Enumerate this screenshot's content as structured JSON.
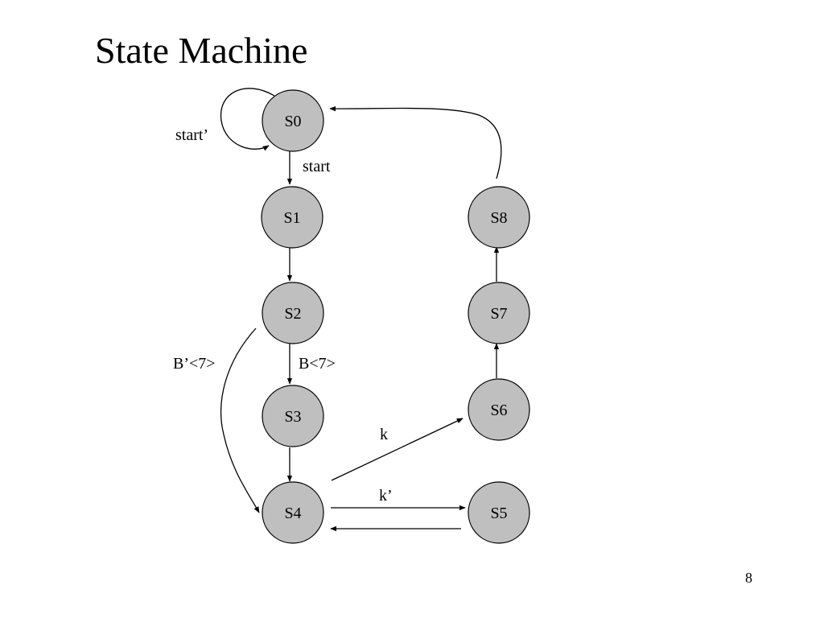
{
  "title": "State Machine",
  "page_number": "8",
  "states": [
    {
      "id": "s0",
      "label": "S0"
    },
    {
      "id": "s1",
      "label": "S1"
    },
    {
      "id": "s2",
      "label": "S2"
    },
    {
      "id": "s3",
      "label": "S3"
    },
    {
      "id": "s4",
      "label": "S4"
    },
    {
      "id": "s5",
      "label": "S5"
    },
    {
      "id": "s6",
      "label": "S6"
    },
    {
      "id": "s7",
      "label": "S7"
    },
    {
      "id": "s8",
      "label": "S8"
    }
  ],
  "transitions": [
    {
      "from": "S0",
      "to": "S0",
      "label": "start’"
    },
    {
      "from": "S0",
      "to": "S1",
      "label": "start"
    },
    {
      "from": "S1",
      "to": "S2",
      "label": ""
    },
    {
      "from": "S2",
      "to": "S3",
      "label": "B<7>"
    },
    {
      "from": "S2",
      "to": "S4",
      "label": "B’<7>"
    },
    {
      "from": "S3",
      "to": "S4",
      "label": ""
    },
    {
      "from": "S4",
      "to": "S6",
      "label": "k"
    },
    {
      "from": "S4",
      "to": "S5",
      "label": "k’"
    },
    {
      "from": "S5",
      "to": "S4",
      "label": ""
    },
    {
      "from": "S6",
      "to": "S7",
      "label": ""
    },
    {
      "from": "S7",
      "to": "S8",
      "label": ""
    },
    {
      "from": "S8",
      "to": "S0",
      "label": ""
    }
  ]
}
